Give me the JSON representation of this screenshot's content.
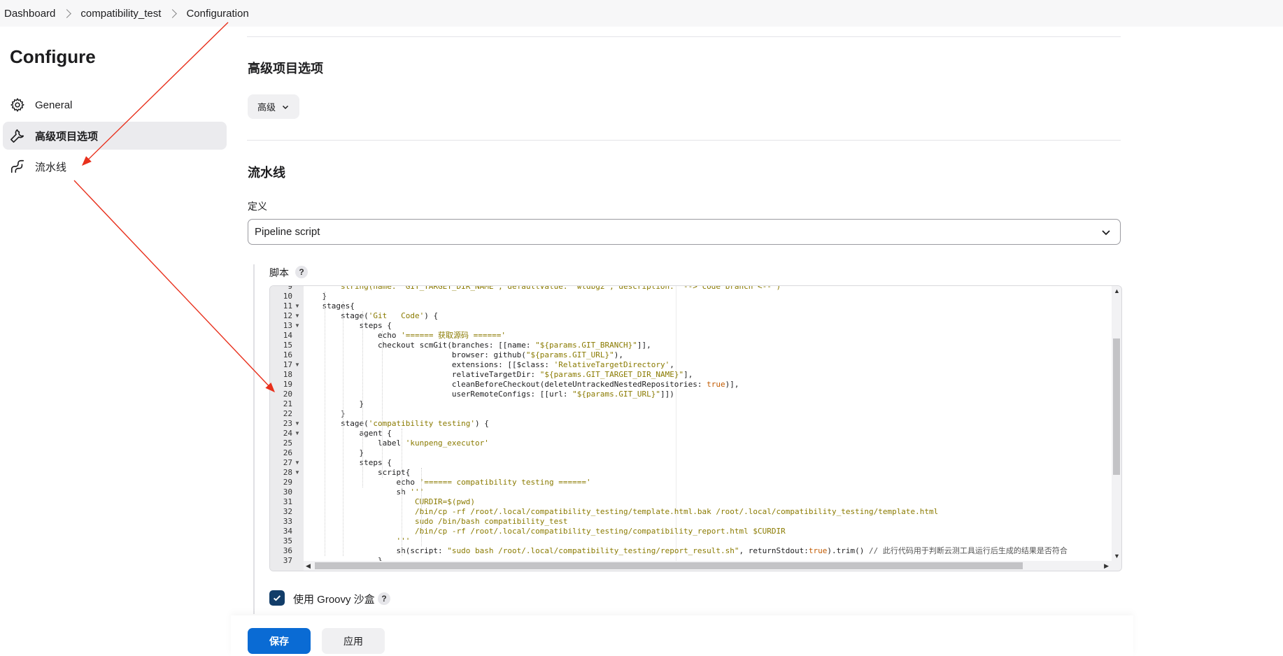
{
  "breadcrumb": {
    "items": [
      "Dashboard",
      "compatibility_test",
      "Configuration"
    ]
  },
  "sidebar": {
    "title": "Configure",
    "items": [
      {
        "label": "General",
        "icon": "gear-icon",
        "active": false
      },
      {
        "label": "高级项目选项",
        "icon": "wrench-icon",
        "active": true
      },
      {
        "label": "流水线",
        "icon": "pipeline-icon",
        "active": false
      }
    ]
  },
  "advanced": {
    "title": "高级项目选项",
    "button_label": "高级"
  },
  "pipeline": {
    "title": "流水线",
    "definition_label": "定义",
    "definition_value": "Pipeline script",
    "script_label": "脚本",
    "help": "?"
  },
  "editor": {
    "lines": [
      {
        "n": "10",
        "fold": false,
        "segs": [
          {
            "t": "    }"
          }
        ]
      },
      {
        "n": "11",
        "fold": true,
        "segs": [
          {
            "t": "    stages{"
          }
        ]
      },
      {
        "n": "12",
        "fold": true,
        "segs": [
          {
            "t": "        stage("
          },
          {
            "t": "'Git   Code'",
            "c": "str"
          },
          {
            "t": ") {"
          }
        ]
      },
      {
        "n": "13",
        "fold": true,
        "segs": [
          {
            "t": "            steps {"
          }
        ]
      },
      {
        "n": "14",
        "fold": false,
        "segs": [
          {
            "t": "                echo "
          },
          {
            "t": "'====== 获取源码 ======'",
            "c": "str"
          }
        ]
      },
      {
        "n": "15",
        "fold": false,
        "segs": [
          {
            "t": "                checkout scmGit(branches: [[name: "
          },
          {
            "t": "\"${params.GIT_BRANCH}\"",
            "c": "str"
          },
          {
            "t": "]],"
          }
        ]
      },
      {
        "n": "16",
        "fold": false,
        "segs": [
          {
            "t": "                                browser: github("
          },
          {
            "t": "\"${params.GIT_URL}\"",
            "c": "str"
          },
          {
            "t": "),"
          }
        ]
      },
      {
        "n": "17",
        "fold": true,
        "segs": [
          {
            "t": "                                extensions: [[$class: "
          },
          {
            "t": "'RelativeTargetDirectory'",
            "c": "str"
          },
          {
            "t": ","
          }
        ]
      },
      {
        "n": "18",
        "fold": false,
        "segs": [
          {
            "t": "                                relativeTargetDir: "
          },
          {
            "t": "\"${params.GIT_TARGET_DIR_NAME}\"",
            "c": "str"
          },
          {
            "t": "],"
          }
        ]
      },
      {
        "n": "19",
        "fold": false,
        "segs": [
          {
            "t": "                                cleanBeforeCheckout(deleteUntrackedNestedRepositories: "
          },
          {
            "t": "true",
            "c": "kw"
          },
          {
            "t": ")],"
          }
        ]
      },
      {
        "n": "20",
        "fold": false,
        "segs": [
          {
            "t": "                                userRemoteConfigs: [[url: "
          },
          {
            "t": "\"${params.GIT_URL}\"",
            "c": "str"
          },
          {
            "t": "]])"
          }
        ]
      },
      {
        "n": "21",
        "fold": false,
        "segs": [
          {
            "t": "            }"
          }
        ]
      },
      {
        "n": "22",
        "fold": false,
        "segs": [
          {
            "t": "        }"
          }
        ]
      },
      {
        "n": "23",
        "fold": true,
        "segs": [
          {
            "t": "        stage("
          },
          {
            "t": "'compatibility testing'",
            "c": "str"
          },
          {
            "t": ") {"
          }
        ]
      },
      {
        "n": "24",
        "fold": true,
        "segs": [
          {
            "t": "            agent {"
          }
        ]
      },
      {
        "n": "25",
        "fold": false,
        "segs": [
          {
            "t": "                label "
          },
          {
            "t": "'kunpeng_executor'",
            "c": "str"
          }
        ]
      },
      {
        "n": "26",
        "fold": false,
        "segs": [
          {
            "t": "            }"
          }
        ]
      },
      {
        "n": "27",
        "fold": true,
        "segs": [
          {
            "t": "            steps {"
          }
        ]
      },
      {
        "n": "28",
        "fold": true,
        "segs": [
          {
            "t": "                script{"
          }
        ]
      },
      {
        "n": "29",
        "fold": false,
        "segs": [
          {
            "t": "                    echo "
          },
          {
            "t": "'====== compatibility testing ======'",
            "c": "str"
          }
        ]
      },
      {
        "n": "30",
        "fold": false,
        "segs": [
          {
            "t": "                    sh "
          },
          {
            "t": "'''",
            "c": "str"
          }
        ]
      },
      {
        "n": "31",
        "fold": false,
        "segs": [
          {
            "t": "                        CURDIR=$(pwd)",
            "c": "str"
          }
        ]
      },
      {
        "n": "32",
        "fold": false,
        "segs": [
          {
            "t": "                        /bin/cp -rf /root/.local/compatibility_testing/template.html.bak /root/.local/compatibility_testing/template.html",
            "c": "str"
          }
        ]
      },
      {
        "n": "33",
        "fold": false,
        "segs": [
          {
            "t": "                        sudo /bin/bash compatibility_test",
            "c": "str"
          }
        ]
      },
      {
        "n": "34",
        "fold": false,
        "segs": [
          {
            "t": "                        /bin/cp -rf /root/.local/compatibility_testing/compatibility_report.html $CURDIR",
            "c": "str"
          }
        ]
      },
      {
        "n": "35",
        "fold": false,
        "segs": [
          {
            "t": "                    '''",
            "c": "str"
          }
        ]
      },
      {
        "n": "36",
        "fold": false,
        "segs": [
          {
            "t": "                    sh(script: "
          },
          {
            "t": "\"sudo bash /root/.local/compatibility_testing/report_result.sh\"",
            "c": "str"
          },
          {
            "t": ", returnStdout:"
          },
          {
            "t": "true",
            "c": "kw"
          },
          {
            "t": ").trim() "
          },
          {
            "t": "// 此行代码用于判断云测工具运行后生成的结果是否符合",
            "c": "cm"
          }
        ]
      },
      {
        "n": "37",
        "fold": false,
        "segs": [
          {
            "t": "                }"
          }
        ]
      }
    ]
  },
  "groovy": {
    "label": "使用 Groovy 沙盒",
    "checked": true
  },
  "actions": {
    "save": "保存",
    "apply": "应用"
  },
  "colors": {
    "primary": "#0a6bd4",
    "checkbox": "#123d69",
    "annotation": "#e8301c"
  }
}
